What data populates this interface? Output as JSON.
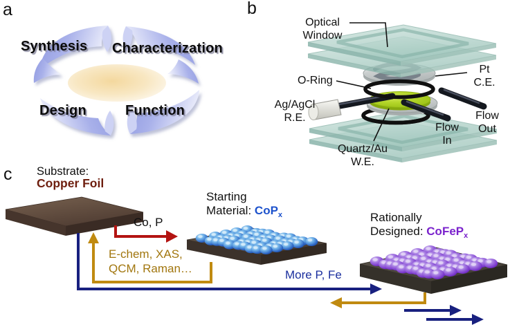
{
  "figure": {
    "panel_a_letter": "a",
    "panel_b_letter": "b",
    "panel_c_letter": "c"
  },
  "panel_a": {
    "synthesis": "Synthesis",
    "characterization": "Characterization",
    "design": "Design",
    "function": "Function"
  },
  "panel_b": {
    "optical_window_line1": "Optical",
    "optical_window_line2": "Window",
    "pt_ce_line1": "Pt",
    "pt_ce_line2": "C.E.",
    "o_ring": "O-Ring",
    "ag_agcl_line1": "Ag/AgCl",
    "ag_agcl_line2": "R.E.",
    "flow_in_line1": "Flow",
    "flow_in_line2": "In",
    "flow_out_line1": "Flow",
    "flow_out_line2": "Out",
    "quartz_we_line1": "Quartz/Au",
    "quartz_we_line2": "W.E."
  },
  "panel_c": {
    "substrate_label": "Substrate:",
    "substrate_name": "Copper Foil",
    "deposition_arrow_label": "Co, P",
    "feedback_line1": "E-chem, XAS,",
    "feedback_line2": "QCM, Raman…",
    "starting_line1": "Starting",
    "starting_line2_prefix": "Material: ",
    "starting_material": "CoP",
    "starting_material_subscript": "x",
    "transform_arrow_label": "More P, Fe",
    "designed_line1": "Rationally",
    "designed_line2_prefix": "Designed: ",
    "designed_material": "CoFeP",
    "designed_material_subscript": "x"
  },
  "colors": {
    "navy_arrow": "#18207f",
    "gold_arrow": "#c08a10",
    "gold_text": "#a1760e",
    "red_arrow": "#b31412",
    "copper_text": "#6e1e0e",
    "cop_blue": "#1d52cc",
    "cofep_purple": "#7a22cc",
    "more_pfe_blue": "#1b2f9e",
    "glass_teal": "#aecfc7",
    "green_disc": "#aed226",
    "swoosh_blue": "#98a1e1",
    "center_ellipse": "#f6e0b0"
  }
}
